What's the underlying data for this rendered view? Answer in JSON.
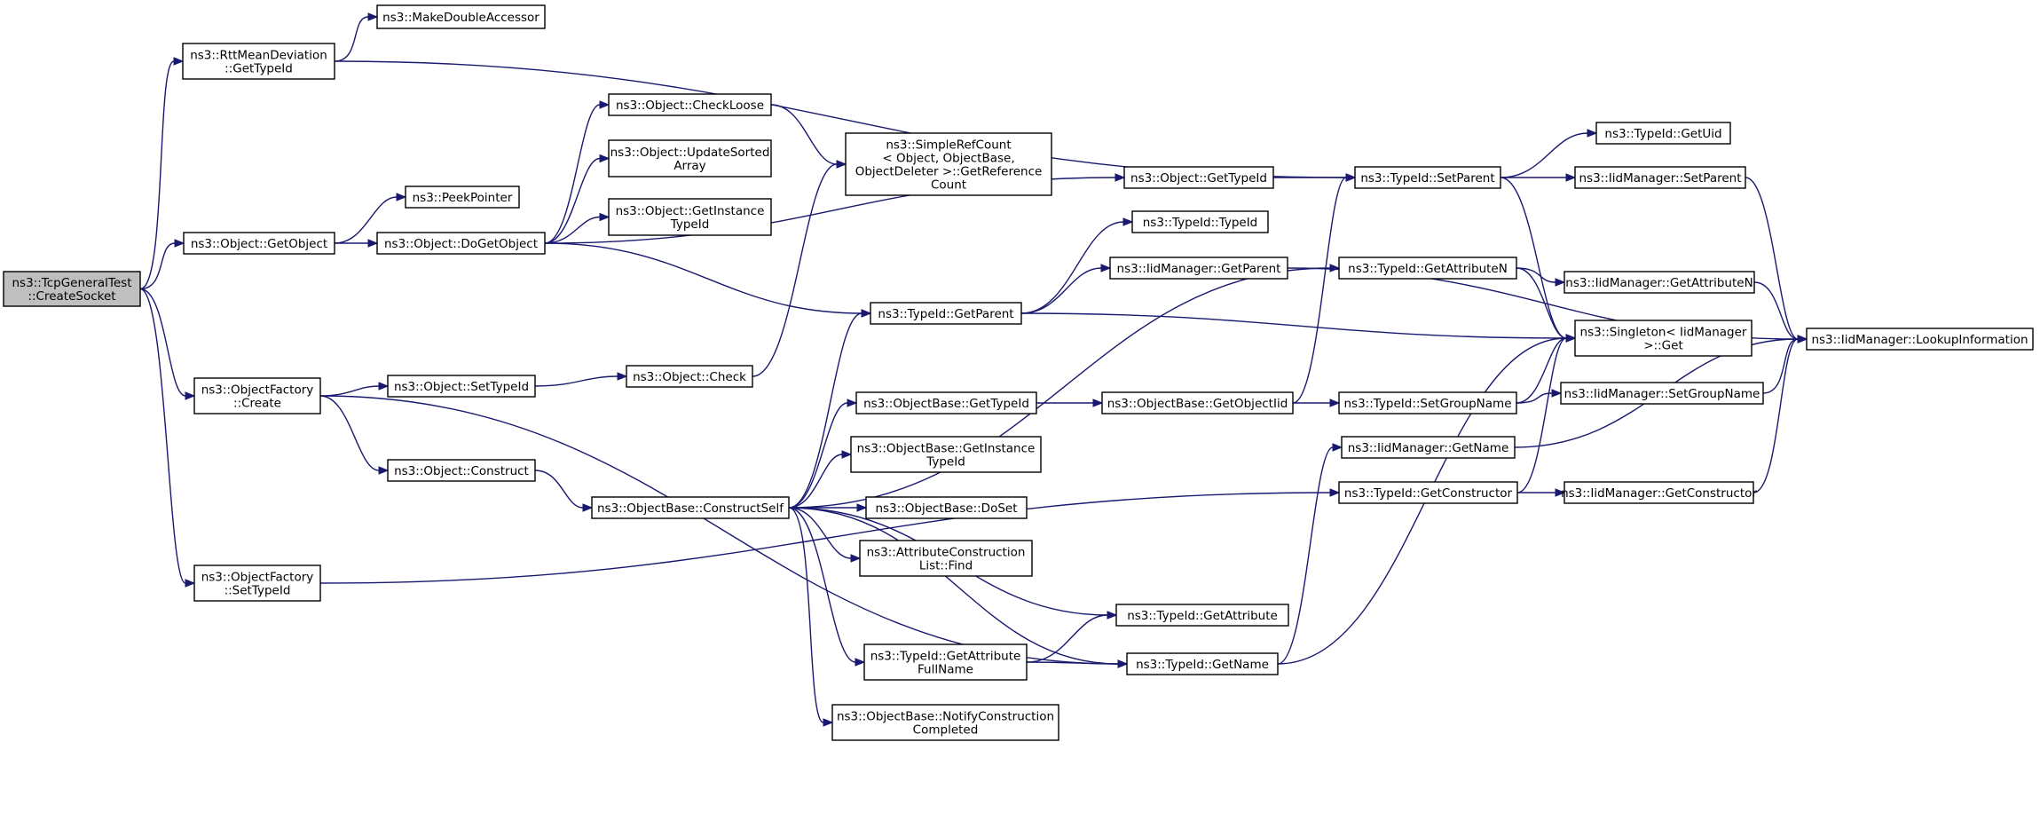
{
  "graph": {
    "nodes": [
      {
        "id": "root",
        "lines": [
          "ns3::TcpGeneralTest",
          "::CreateSocket"
        ],
        "highlight": true
      },
      {
        "id": "rttgt",
        "lines": [
          "ns3::RttMeanDeviation",
          "::GetTypeId"
        ]
      },
      {
        "id": "mkda",
        "lines": [
          "ns3::MakeDoubleAccessor"
        ]
      },
      {
        "id": "getobj",
        "lines": [
          "ns3::Object::GetObject"
        ]
      },
      {
        "id": "peek",
        "lines": [
          "ns3::PeekPointer"
        ]
      },
      {
        "id": "dogetobj",
        "lines": [
          "ns3::Object::DoGetObject"
        ]
      },
      {
        "id": "chkloose",
        "lines": [
          "ns3::Object::CheckLoose"
        ]
      },
      {
        "id": "updsorted",
        "lines": [
          "ns3::Object::UpdateSorted",
          "Array"
        ]
      },
      {
        "id": "getinsttid",
        "lines": [
          "ns3::Object::GetInstance",
          "TypeId"
        ]
      },
      {
        "id": "simpleref",
        "lines": [
          "ns3::SimpleRefCount",
          "< Object, ObjectBase,",
          "ObjectDeleter >::GetReference",
          "Count"
        ]
      },
      {
        "id": "objgettid",
        "lines": [
          "ns3::Object::GetTypeId"
        ]
      },
      {
        "id": "setparent",
        "lines": [
          "ns3::TypeId::SetParent"
        ]
      },
      {
        "id": "getuid",
        "lines": [
          "ns3::TypeId::GetUid"
        ]
      },
      {
        "id": "iidsetparent",
        "lines": [
          "ns3::IidManager::SetParent"
        ]
      },
      {
        "id": "typeidctor",
        "lines": [
          "ns3::TypeId::TypeId"
        ]
      },
      {
        "id": "iidgetparent",
        "lines": [
          "ns3::IidManager::GetParent"
        ]
      },
      {
        "id": "tgetparent",
        "lines": [
          "ns3::TypeId::GetParent"
        ]
      },
      {
        "id": "tgetattrn",
        "lines": [
          "ns3::TypeId::GetAttributeN"
        ]
      },
      {
        "id": "iidgetattrn",
        "lines": [
          "ns3::IidManager::GetAttributeN"
        ]
      },
      {
        "id": "singleton",
        "lines": [
          "ns3::Singleton< IidManager",
          ">::Get"
        ]
      },
      {
        "id": "lookup",
        "lines": [
          "ns3::IidManager::LookupInformation"
        ]
      },
      {
        "id": "ofcreate",
        "lines": [
          "ns3::ObjectFactory",
          "::Create"
        ]
      },
      {
        "id": "setTid",
        "lines": [
          "ns3::Object::SetTypeId"
        ]
      },
      {
        "id": "check",
        "lines": [
          "ns3::Object::Check"
        ]
      },
      {
        "id": "obgettid",
        "lines": [
          "ns3::ObjectBase::GetTypeId"
        ]
      },
      {
        "id": "getobjiid",
        "lines": [
          "ns3::ObjectBase::GetObjectIid"
        ]
      },
      {
        "id": "tsetgroup",
        "lines": [
          "ns3::TypeId::SetGroupName"
        ]
      },
      {
        "id": "iidsetgroup",
        "lines": [
          "ns3::IidManager::SetGroupName"
        ]
      },
      {
        "id": "construct",
        "lines": [
          "ns3::Object::Construct"
        ]
      },
      {
        "id": "obgetinst",
        "lines": [
          "ns3::ObjectBase::GetInstance",
          "TypeId"
        ]
      },
      {
        "id": "iidgetname",
        "lines": [
          "ns3::IidManager::GetName"
        ]
      },
      {
        "id": "tgetctor",
        "lines": [
          "ns3::TypeId::GetConstructor"
        ]
      },
      {
        "id": "iidgetctor",
        "lines": [
          "ns3::IidManager::GetConstructor"
        ]
      },
      {
        "id": "cself",
        "lines": [
          "ns3::ObjectBase::ConstructSelf"
        ]
      },
      {
        "id": "doset",
        "lines": [
          "ns3::ObjectBase::DoSet"
        ]
      },
      {
        "id": "acfind",
        "lines": [
          "ns3::AttributeConstruction",
          "List::Find"
        ]
      },
      {
        "id": "ofsettid",
        "lines": [
          "ns3::ObjectFactory",
          "::SetTypeId"
        ]
      },
      {
        "id": "tgetattr",
        "lines": [
          "ns3::TypeId::GetAttribute"
        ]
      },
      {
        "id": "tgetattrfull",
        "lines": [
          "ns3::TypeId::GetAttribute",
          "FullName"
        ]
      },
      {
        "id": "tgetname",
        "lines": [
          "ns3::TypeId::GetName"
        ]
      },
      {
        "id": "notify",
        "lines": [
          "ns3::ObjectBase::NotifyConstruction",
          "Completed"
        ]
      }
    ],
    "edges": [
      [
        "root",
        "rttgt"
      ],
      [
        "root",
        "getobj"
      ],
      [
        "root",
        "ofcreate"
      ],
      [
        "root",
        "ofsettid"
      ],
      [
        "rttgt",
        "mkda"
      ],
      [
        "rttgt",
        "setparent"
      ],
      [
        "getobj",
        "peek"
      ],
      [
        "getobj",
        "dogetobj"
      ],
      [
        "dogetobj",
        "chkloose"
      ],
      [
        "dogetobj",
        "updsorted"
      ],
      [
        "dogetobj",
        "getinsttid"
      ],
      [
        "dogetobj",
        "objgettid"
      ],
      [
        "dogetobj",
        "tgetparent"
      ],
      [
        "chkloose",
        "simpleref"
      ],
      [
        "check",
        "simpleref"
      ],
      [
        "objgettid",
        "setparent"
      ],
      [
        "setparent",
        "getuid"
      ],
      [
        "setparent",
        "iidsetparent"
      ],
      [
        "setparent",
        "singleton"
      ],
      [
        "iidsetparent",
        "lookup"
      ],
      [
        "tgetparent",
        "typeidctor"
      ],
      [
        "tgetparent",
        "iidgetparent"
      ],
      [
        "tgetparent",
        "singleton"
      ],
      [
        "iidgetparent",
        "lookup"
      ],
      [
        "tgetattrn",
        "iidgetattrn"
      ],
      [
        "tgetattrn",
        "singleton"
      ],
      [
        "iidgetattrn",
        "lookup"
      ],
      [
        "ofcreate",
        "setTid"
      ],
      [
        "ofcreate",
        "construct"
      ],
      [
        "ofcreate",
        "tgetname"
      ],
      [
        "setTid",
        "check"
      ],
      [
        "construct",
        "cself"
      ],
      [
        "cself",
        "tgetparent"
      ],
      [
        "cself",
        "tgetattrn"
      ],
      [
        "cself",
        "obgettid"
      ],
      [
        "cself",
        "obgetinst"
      ],
      [
        "cself",
        "doset"
      ],
      [
        "cself",
        "acfind"
      ],
      [
        "cself",
        "tgetattr"
      ],
      [
        "cself",
        "tgetattrfull"
      ],
      [
        "cself",
        "notify"
      ],
      [
        "cself",
        "tgetname"
      ],
      [
        "obgettid",
        "getobjiid"
      ],
      [
        "getobjiid",
        "setparent"
      ],
      [
        "getobjiid",
        "tsetgroup"
      ],
      [
        "tsetgroup",
        "iidsetgroup"
      ],
      [
        "tsetgroup",
        "singleton"
      ],
      [
        "iidsetgroup",
        "lookup"
      ],
      [
        "tgetattrfull",
        "tgetattr"
      ],
      [
        "tgetattrfull",
        "tgetname"
      ],
      [
        "tgetname",
        "iidgetname"
      ],
      [
        "tgetname",
        "singleton"
      ],
      [
        "iidgetname",
        "lookup"
      ],
      [
        "tgetctor",
        "iidgetctor"
      ],
      [
        "tgetctor",
        "singleton"
      ],
      [
        "iidgetctor",
        "lookup"
      ],
      [
        "ofsettid",
        "tgetctor"
      ]
    ]
  }
}
